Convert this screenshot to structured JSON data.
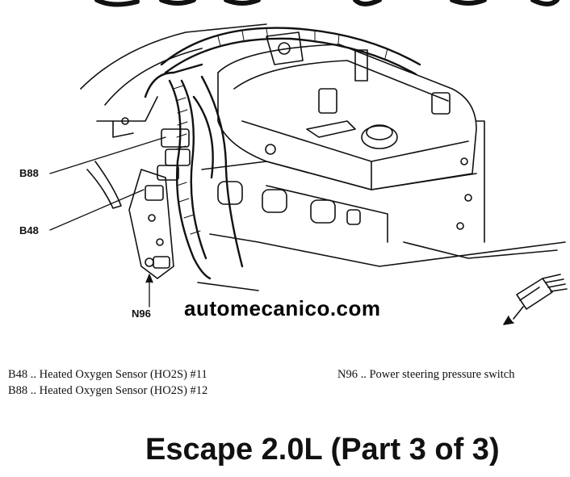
{
  "callouts": {
    "b88": "B88",
    "b48": "B48",
    "n96": "N96"
  },
  "watermark": "automecanico.com",
  "legend": [
    {
      "code": "B48",
      "description": "Heated Oxygen Sensor (HO2S) #11"
    },
    {
      "code": "B88",
      "description": "Heated Oxygen Sensor (HO2S) #12"
    },
    {
      "code": "N96",
      "description": "Power steering pressure switch"
    }
  ],
  "legend_separator": "..",
  "caption": "Escape 2.0L (Part 3 of 3)",
  "colors": {
    "ink": "#111111",
    "background": "#ffffff"
  }
}
